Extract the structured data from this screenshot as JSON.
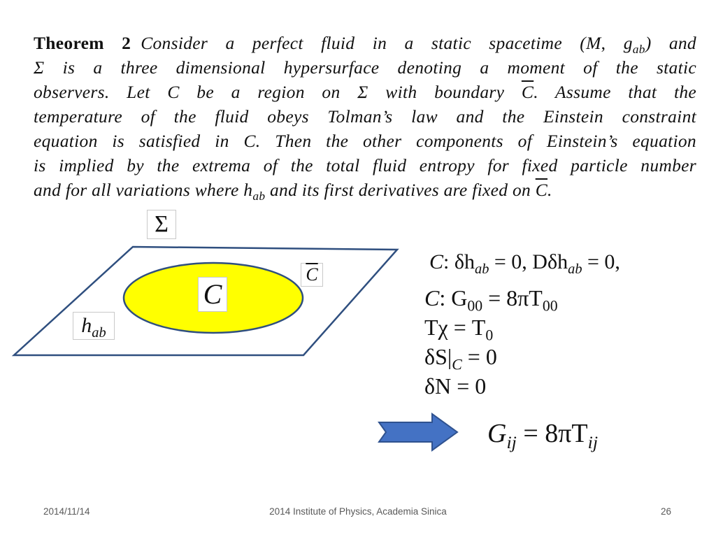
{
  "theorem": {
    "heading": "Theorem 2",
    "lines": [
      [
        "Consider a perfect fluid in a static spacetime (",
        "M",
        ", ",
        "g",
        "ab",
        ") and"
      ],
      "Σ is a three dimensional hypersurface denoting a moment of the static",
      [
        "observers. Let ",
        "C",
        " be a region on Σ with boundary ",
        "C",
        ". Assume that the"
      ],
      "temperature of the fluid obeys Tolman’s law and the Einstein constraint",
      "equation is satisfied in C. Then the other components of Einstein’s equation",
      "is implied by the extrema of the total fluid entropy for fixed particle number",
      [
        "and for all variations where ",
        "h",
        "ab",
        " and its first derivatives are fixed on ",
        "C",
        "."
      ]
    ]
  },
  "diagram": {
    "sigma_label": "Σ",
    "region_label": "C",
    "boundary_label": "C",
    "metric_label_base": "h",
    "metric_label_sub": "ab",
    "plane_stroke": "#2f4f7f",
    "ellipse_fill": "#ffff00",
    "ellipse_stroke": "#2f4f7f"
  },
  "equations": {
    "eq1": ": δh",
    "eq1_sub": "ab",
    "eq1_mid": " = 0, Dδh",
    "eq1_sub2": "ab",
    "eq1_end": " = 0,",
    "eq2_pre": ": G",
    "eq2_sub": "00",
    "eq2_mid": " = 8πT",
    "eq2_sub2": "00",
    "eq3": "Tχ = T",
    "eq3_sub": "0",
    "eq4_pre": "δS|",
    "eq4_sub": "C",
    "eq4_end": " = 0",
    "eq5": "δN = 0",
    "eq6_pre": "G",
    "eq6_sub": "ij",
    "eq6_mid": " = 8πT",
    "eq6_sub2": "ij"
  },
  "arrow_color": "#4472c4",
  "footer": {
    "date": "2014/11/14",
    "center": "2014 Institute of Physics, Academia Sinica",
    "page": "26"
  }
}
